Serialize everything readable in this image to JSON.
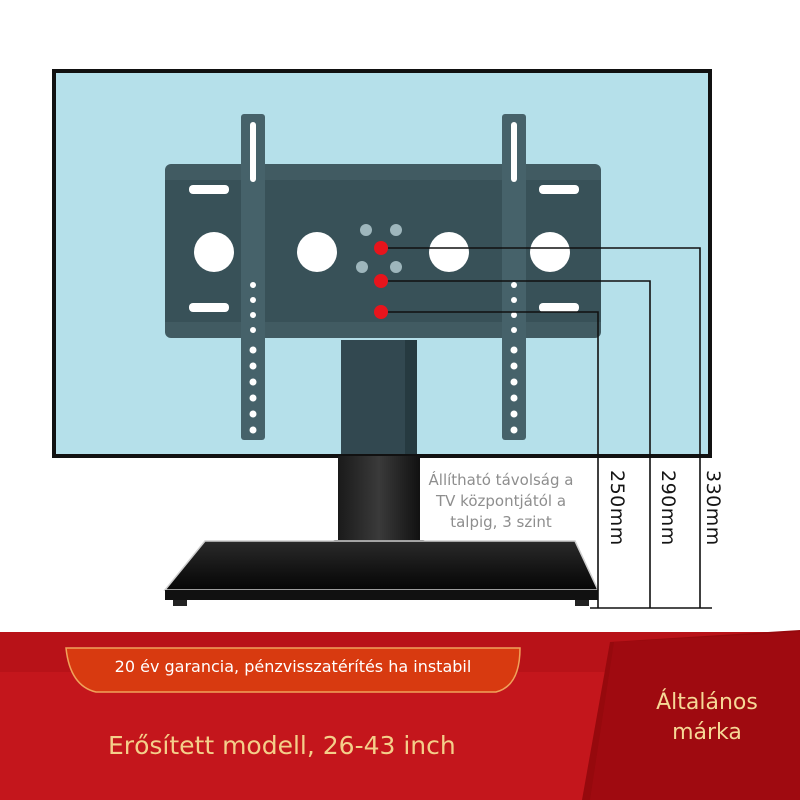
{
  "product": {
    "note_line1": "Állítható távolság a",
    "note_line2": "TV központjától a",
    "note_line3": "talpig, 3 szint",
    "heights": [
      "250mm",
      "290mm",
      "330mm"
    ]
  },
  "banner": {
    "guarantee_text": "20 év garancia, pénzvisszatérítés ha instabil",
    "model_text": "Erősített modell, 26-43 inch",
    "brand_line1": "Általános",
    "brand_line2": "márka"
  },
  "colors": {
    "screen": "#b5e0ea",
    "bracket": "#3f5960",
    "marker": "#e8141c",
    "banner_red": "#c4161c",
    "banner_dark": "#96090d",
    "accent_gold": "#f4cf8a"
  }
}
